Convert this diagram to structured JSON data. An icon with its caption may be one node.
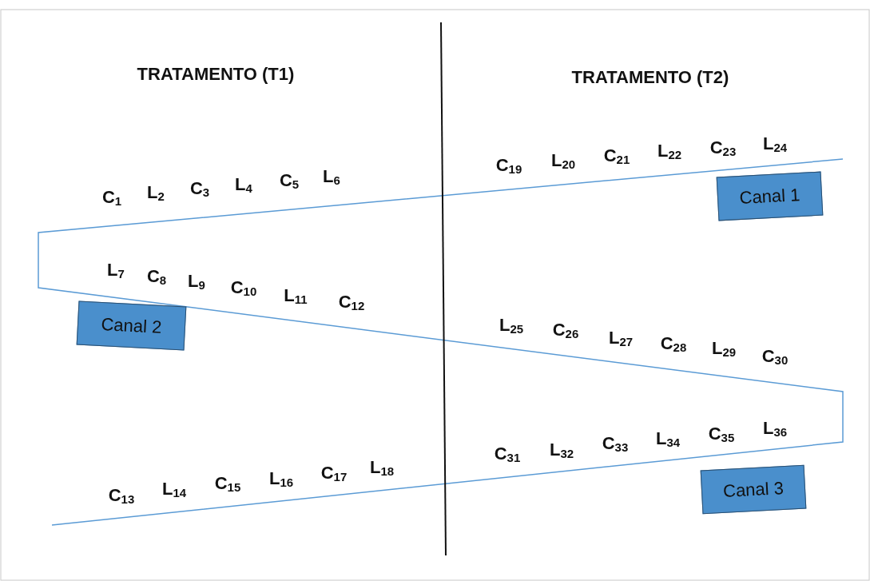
{
  "diagram": {
    "nodes": [
      {
        "text": [
          "Canal 1"
        ]
      },
      {
        "text": [
          "Canal 2"
        ]
      },
      {
        "text": [
          "Canal 3"
        ]
      }
    ],
    "labels": [
      "TRATAMENTO (T1)",
      "TRATAMENTO (T2)",
      "C$_{19}$",
      "L$_{20}$",
      "C$_{21}$",
      "L$_{22}$",
      "C$_{23}$",
      "L$_{24}$",
      "C$_{1}$",
      "L$_{2}$",
      "C$_{3}$",
      "L$_{4}$",
      "C$_{5}$",
      "L$_{6}$",
      "L$_{7}$",
      "C$_{8}$",
      "L$_{9}$",
      "C$_{10}$",
      "L$_{11}$",
      "C$_{12}$",
      "L$_{25}$",
      "C$_{26}$",
      "L$_{27}$",
      "C$_{28}$",
      "L$_{29}$",
      "C$_{30}$",
      "C$_{31}$",
      "L$_{32}$",
      "C$_{33}$",
      "L$_{34}$",
      "C$_{35}$",
      "L$_{36}$",
      "C$_{13}$",
      "L$_{14}$",
      "C$_{15}$",
      "L$_{16}$",
      "C$_{17}$",
      "L$_{18}$"
    ]
  }
}
